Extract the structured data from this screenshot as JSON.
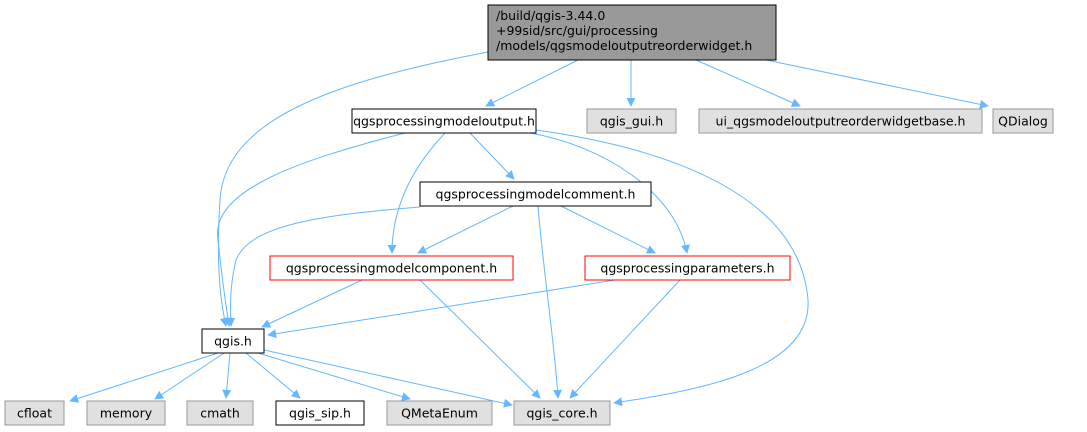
{
  "colors": {
    "edge": "#63b8ff",
    "root_fill": "#999999",
    "gray_fill": "#e0e0e0",
    "gray_border": "#999999",
    "normal_border": "#000000",
    "red_border": "#ff0000",
    "white_fill": "#ffffff"
  },
  "nodes": {
    "root": {
      "lines": [
        "/build/qgis-3.44.0",
        "+99sid/src/gui/processing",
        "/models/qgsmodeloutputreorderwidget.h"
      ],
      "style": "root"
    },
    "modeloutput": {
      "lines": [
        "qgsprocessingmodeloutput.h"
      ],
      "style": "normal"
    },
    "gui": {
      "lines": [
        "qgis_gui.h"
      ],
      "style": "gray"
    },
    "uibase": {
      "lines": [
        "ui_qgsmodeloutputreorderwidgetbase.h"
      ],
      "style": "gray"
    },
    "qdialog": {
      "lines": [
        "QDialog"
      ],
      "style": "gray"
    },
    "modelcomment": {
      "lines": [
        "qgsprocessingmodelcomment.h"
      ],
      "style": "normal"
    },
    "modelcomponent": {
      "lines": [
        "qgsprocessingmodelcomponent.h"
      ],
      "style": "red"
    },
    "parameters": {
      "lines": [
        "qgsprocessingparameters.h"
      ],
      "style": "red"
    },
    "qgis": {
      "lines": [
        "qgis.h"
      ],
      "style": "normal"
    },
    "cfloat": {
      "lines": [
        "cfloat"
      ],
      "style": "gray"
    },
    "memory": {
      "lines": [
        "memory"
      ],
      "style": "gray"
    },
    "cmath": {
      "lines": [
        "cmath"
      ],
      "style": "gray"
    },
    "sip": {
      "lines": [
        "qgis_sip.h"
      ],
      "style": "normal"
    },
    "qmetaenum": {
      "lines": [
        "QMetaEnum"
      ],
      "style": "gray"
    },
    "core": {
      "lines": [
        "qgis_core.h"
      ],
      "style": "gray"
    }
  },
  "edges": [
    [
      "root",
      "modeloutput"
    ],
    [
      "root",
      "gui"
    ],
    [
      "root",
      "uibase"
    ],
    [
      "root",
      "qdialog"
    ],
    [
      "root",
      "qgis"
    ],
    [
      "modeloutput",
      "modelcomment"
    ],
    [
      "modeloutput",
      "modelcomponent"
    ],
    [
      "modeloutput",
      "parameters"
    ],
    [
      "modeloutput",
      "qgis"
    ],
    [
      "modeloutput",
      "core"
    ],
    [
      "modelcomment",
      "modelcomponent"
    ],
    [
      "modelcomment",
      "parameters"
    ],
    [
      "modelcomment",
      "qgis"
    ],
    [
      "modelcomment",
      "core"
    ],
    [
      "modelcomponent",
      "qgis"
    ],
    [
      "modelcomponent",
      "core"
    ],
    [
      "parameters",
      "qgis"
    ],
    [
      "parameters",
      "core"
    ],
    [
      "qgis",
      "cfloat"
    ],
    [
      "qgis",
      "memory"
    ],
    [
      "qgis",
      "cmath"
    ],
    [
      "qgis",
      "sip"
    ],
    [
      "qgis",
      "qmetaenum"
    ],
    [
      "qgis",
      "core"
    ]
  ]
}
